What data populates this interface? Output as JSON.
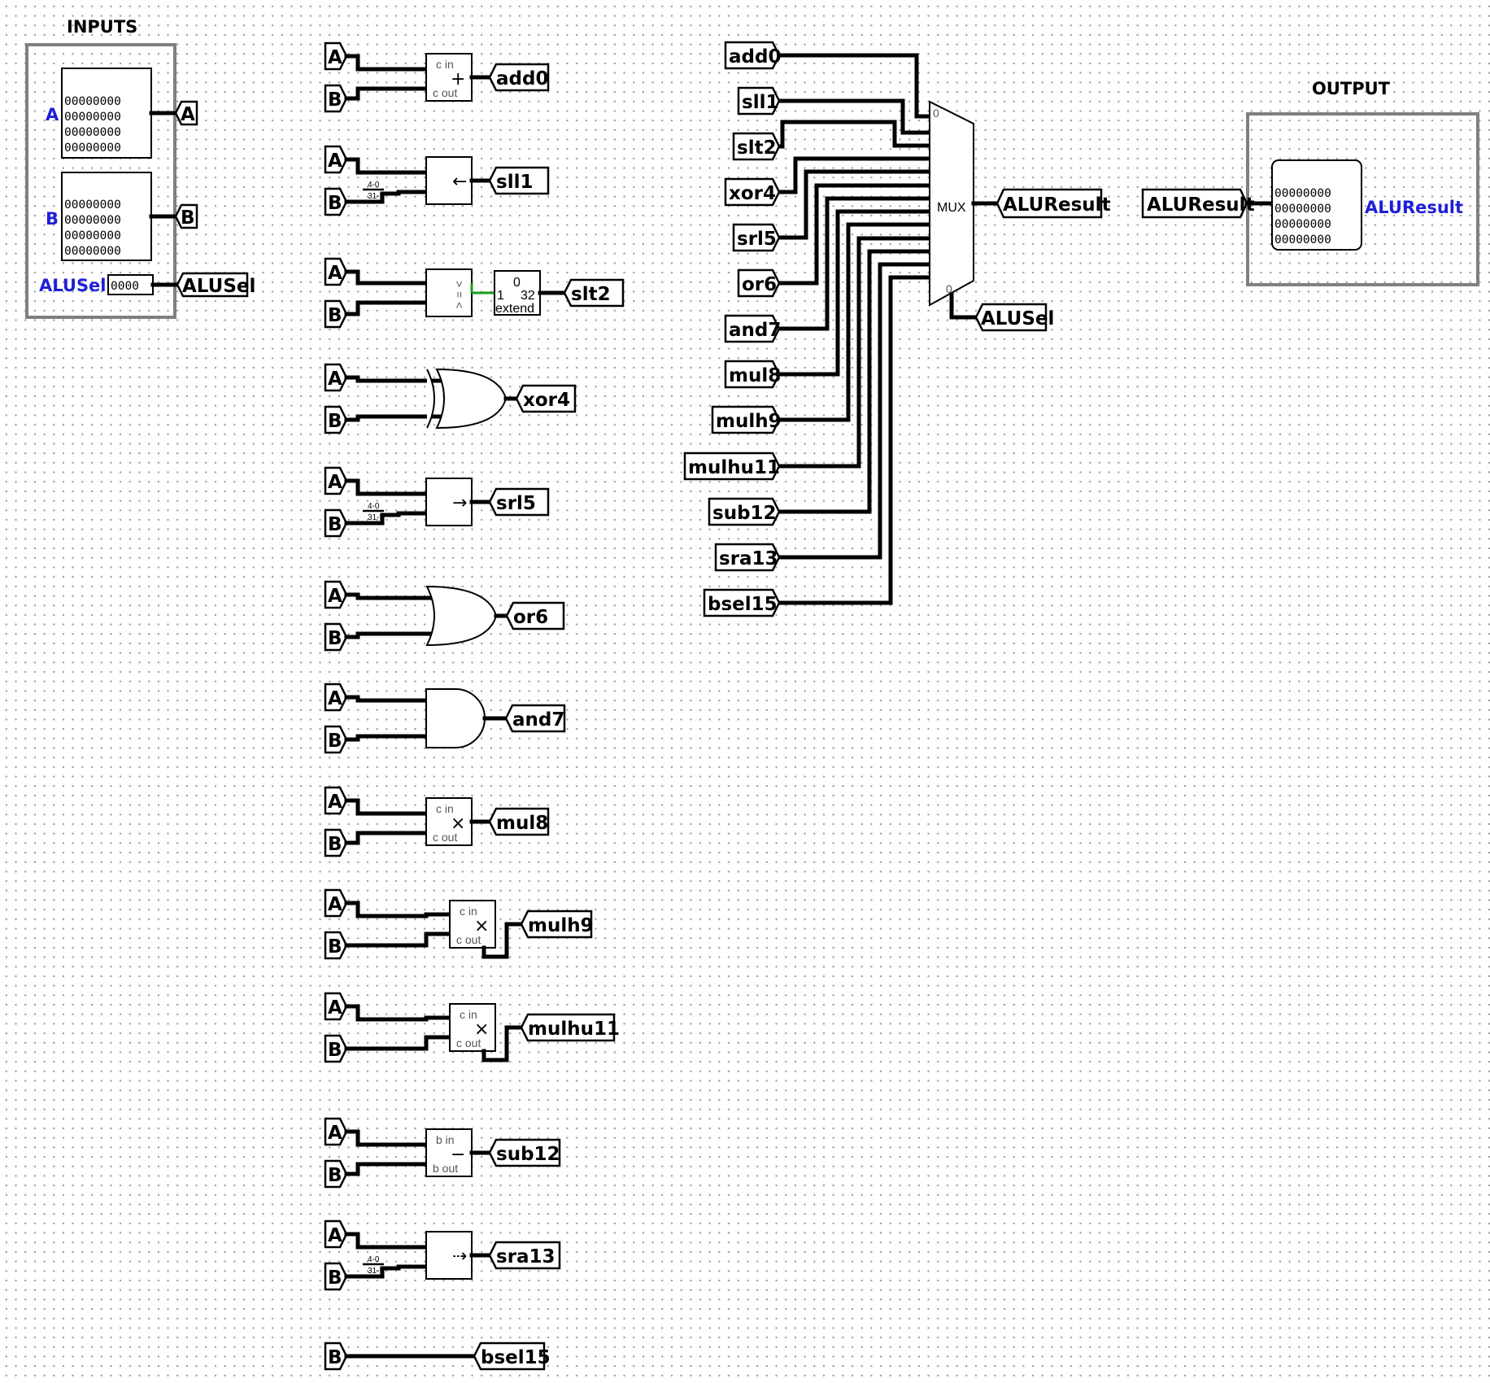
{
  "inputs": {
    "heading": "INPUTS",
    "pin_a_label": "A",
    "pin_b_label": "B",
    "pin_alusel_label": "ALUSel",
    "a_bits": [
      "00000000",
      "00000000",
      "00000000",
      "00000000"
    ],
    "b_bits": [
      "00000000",
      "00000000",
      "00000000",
      "00000000"
    ],
    "alusel_bits": "0000"
  },
  "output": {
    "heading": "OUTPUT",
    "pin_label": "ALUResult",
    "result_bits": [
      "00000000",
      "00000000",
      "00000000",
      "00000000"
    ]
  },
  "tunnels": {
    "a": "A",
    "b": "B",
    "alusel": "ALUSel",
    "aluresult": "ALUResult"
  },
  "ops": [
    {
      "name": "add0"
    },
    {
      "name": "sll1"
    },
    {
      "name": "slt2"
    },
    {
      "name": "xor4"
    },
    {
      "name": "srl5"
    },
    {
      "name": "or6"
    },
    {
      "name": "and7"
    },
    {
      "name": "mul8"
    },
    {
      "name": "mulh9"
    },
    {
      "name": "mulhu11"
    },
    {
      "name": "sub12"
    },
    {
      "name": "sra13"
    },
    {
      "name": "bsel15"
    }
  ],
  "mux": {
    "label": "MUX",
    "port0": "0",
    "sel_bit": "0",
    "inputs": [
      "add0",
      "sll1",
      "slt2",
      "xor4",
      "srl5",
      "or6",
      "and7",
      "mul8",
      "mulh9",
      "mulhu11",
      "sub12",
      "sra13",
      "bsel15"
    ]
  },
  "component_text": {
    "c_in": "c in",
    "c_out": "c out",
    "b_in": "b in",
    "b_out": "b out",
    "plus": "+",
    "minus": "−",
    "times": "×",
    "shift_left": "←",
    "shift_right": "→",
    "arith_right": "⇢",
    "cmp_lt": "<",
    "cmp_eq": "=",
    "cmp_gt": ">",
    "split_lo": "4-0",
    "split_hi": "31-5",
    "extend_zero": "0",
    "extend_one": "1",
    "extend_width": "32",
    "extend_label": "extend"
  }
}
